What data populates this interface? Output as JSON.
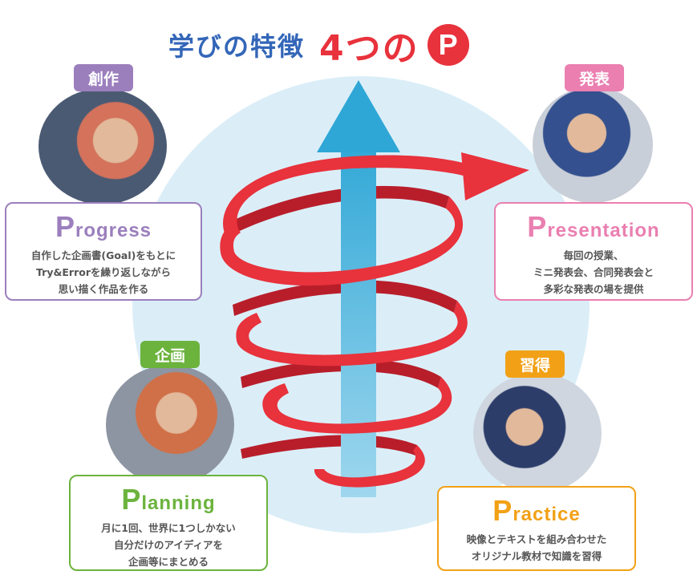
{
  "title": {
    "main": "学びの特徴",
    "four": "4つの",
    "p": "P"
  },
  "colors": {
    "purple": "#9b7fbd",
    "pink": "#ea7fb0",
    "green": "#6cb33e",
    "orange": "#f2a116",
    "red": "#e8323c",
    "blue": "#3366b8",
    "arrow_blue": "#3bb1d9"
  },
  "creation": {
    "tag": "創作",
    "title_initial": "P",
    "title_rest": "rogress",
    "desc": [
      "自作した企画書(Goal)をもとに",
      "Try&Errorを繰り返しながら",
      "思い描く作品を作る"
    ]
  },
  "presentation": {
    "tag": "発表",
    "title_initial": "P",
    "title_rest": "resentation",
    "desc": [
      "毎回の授業、",
      "ミニ発表会、合同発表会と",
      "多彩な発表の場を提供"
    ]
  },
  "planning": {
    "tag": "企画",
    "title_initial": "P",
    "title_rest": "lanning",
    "desc": [
      "月に1回、世界に1つしかない",
      "自分だけのアイディアを",
      "企画等にまとめる"
    ]
  },
  "practice": {
    "tag": "習得",
    "title_initial": "P",
    "title_rest": "ractice",
    "desc": [
      "映像とテキストを組み合わせた",
      "オリジナル教材で知識を習得"
    ]
  }
}
